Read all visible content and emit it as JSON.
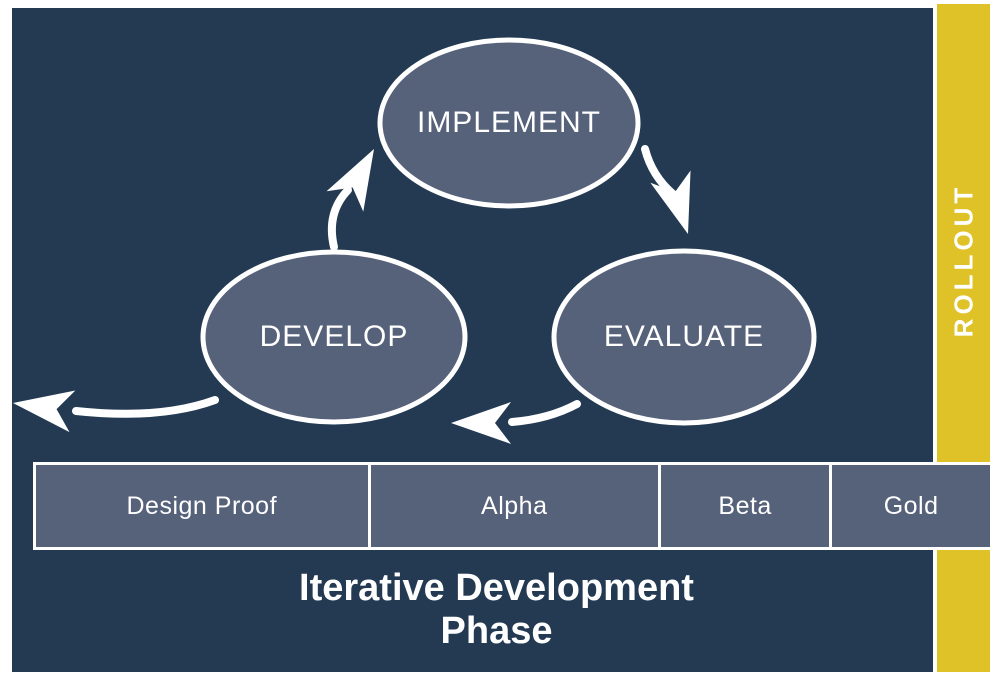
{
  "rollout": {
    "label": "ROLLOUT"
  },
  "nodes": [
    {
      "label": "IMPLEMENT"
    },
    {
      "label": "DEVELOP"
    },
    {
      "label": "EVALUATE"
    }
  ],
  "phases": [
    {
      "label": "Design Proof"
    },
    {
      "label": "Alpha"
    },
    {
      "label": "Beta"
    },
    {
      "label": "Gold"
    }
  ],
  "title": {
    "line1": "Iterative Development",
    "line2": "Phase"
  },
  "colors": {
    "navy": "#233a52",
    "slate": "#56617a",
    "yellow": "#dfc128",
    "white": "#ffffff"
  }
}
